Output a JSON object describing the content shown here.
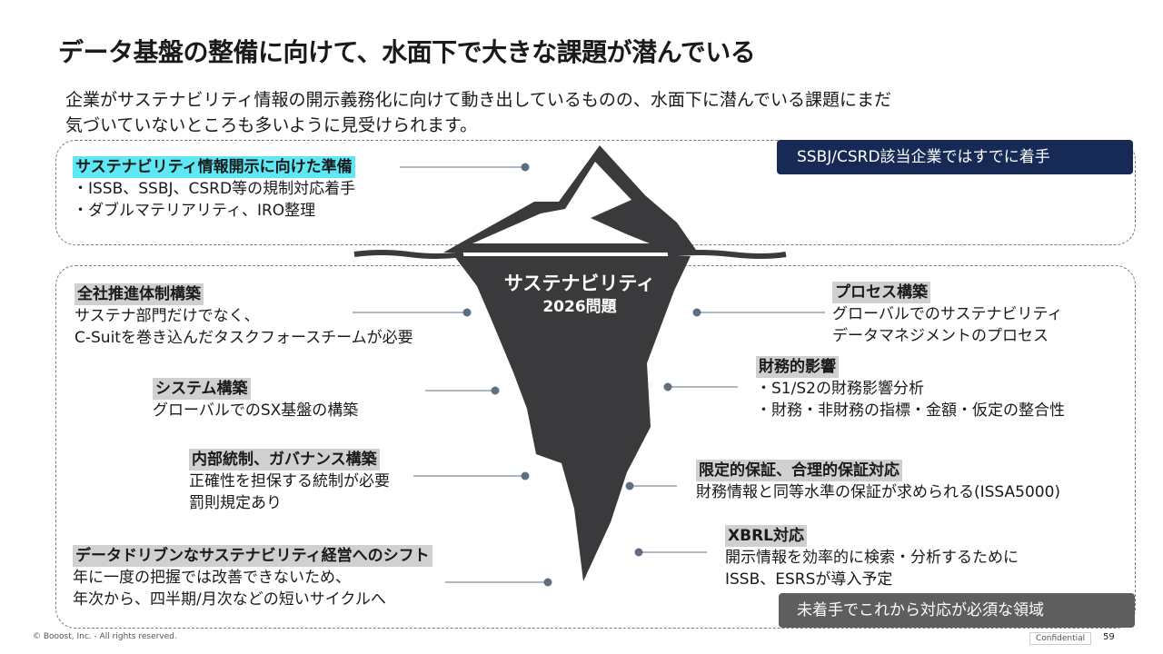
{
  "title": "データ基盤の整備に向けて、水面下で大きな課題が潜んでいる",
  "subtitle": {
    "line1": "企業がサステナビリティ情報の開示義務化に向けて動き出しているものの、水面下に潜んでいる課題にまだ",
    "line2": "気づいていないところも多いように見受けられます。"
  },
  "badges": {
    "top": "SSBJ/CSRD該当企業ではすでに着手",
    "bottom": "未着手でこれから対応が必須な領域"
  },
  "iceberg": {
    "label1": "サステナビリティ",
    "label2": "2026問題"
  },
  "above_water": {
    "head": "サステナビリティ情報開示に向けた準備",
    "lines": [
      "・ISSB、SSBJ、CSRD等の規制対応着手",
      "・ダブルマテリアリティ、IRO整理"
    ]
  },
  "left_items": [
    {
      "head": "全社推進体制構築",
      "lines": [
        "サステナ部門だけでなく、",
        "C-Suitを巻き込んだタスクフォースチームが必要"
      ]
    },
    {
      "head": "システム構築",
      "lines": [
        "グローバルでのSX基盤の構築"
      ]
    },
    {
      "head": "内部統制、ガバナンス構築",
      "lines": [
        "正確性を担保する統制が必要",
        "罰則規定あり"
      ]
    },
    {
      "head": "データドリブンなサステナビリティ経営へのシフト",
      "lines": [
        "年に一度の把握では改善できないため、",
        "年次から、四半期/月次などの短いサイクルへ"
      ]
    }
  ],
  "right_items": [
    {
      "head": "プロセス構築",
      "lines": [
        "グローバルでのサステナビリティ",
        "データマネジメントのプロセス"
      ]
    },
    {
      "head": "財務的影響",
      "lines": [
        "・S1/S2の財務影響分析",
        "・財務・非財務の指標・金額・仮定の整合性"
      ]
    },
    {
      "head": "限定的保証、合理的保証対応",
      "lines": [
        "財務情報と同等水準の保証が求められる(ISSA5000)"
      ]
    },
    {
      "head": "XBRL対応",
      "lines": [
        "開示情報を効率的に検索・分析するために",
        "ISSB、ESRSが導入予定"
      ]
    }
  ],
  "footer": {
    "copyright": "© Booost, Inc. - All rights reserved.",
    "confidential": "Confidential",
    "page": "59"
  },
  "colors": {
    "navy_badge": "#172a55",
    "gray_badge": "#5e5e5e",
    "iceberg": "#3a3a3c",
    "highlight_cyan": "#5ee8f4",
    "highlight_gray": "#d0d0d0",
    "connector": "#5f6f82"
  },
  "icons": [
    "iceberg-illustration",
    "water-line"
  ]
}
